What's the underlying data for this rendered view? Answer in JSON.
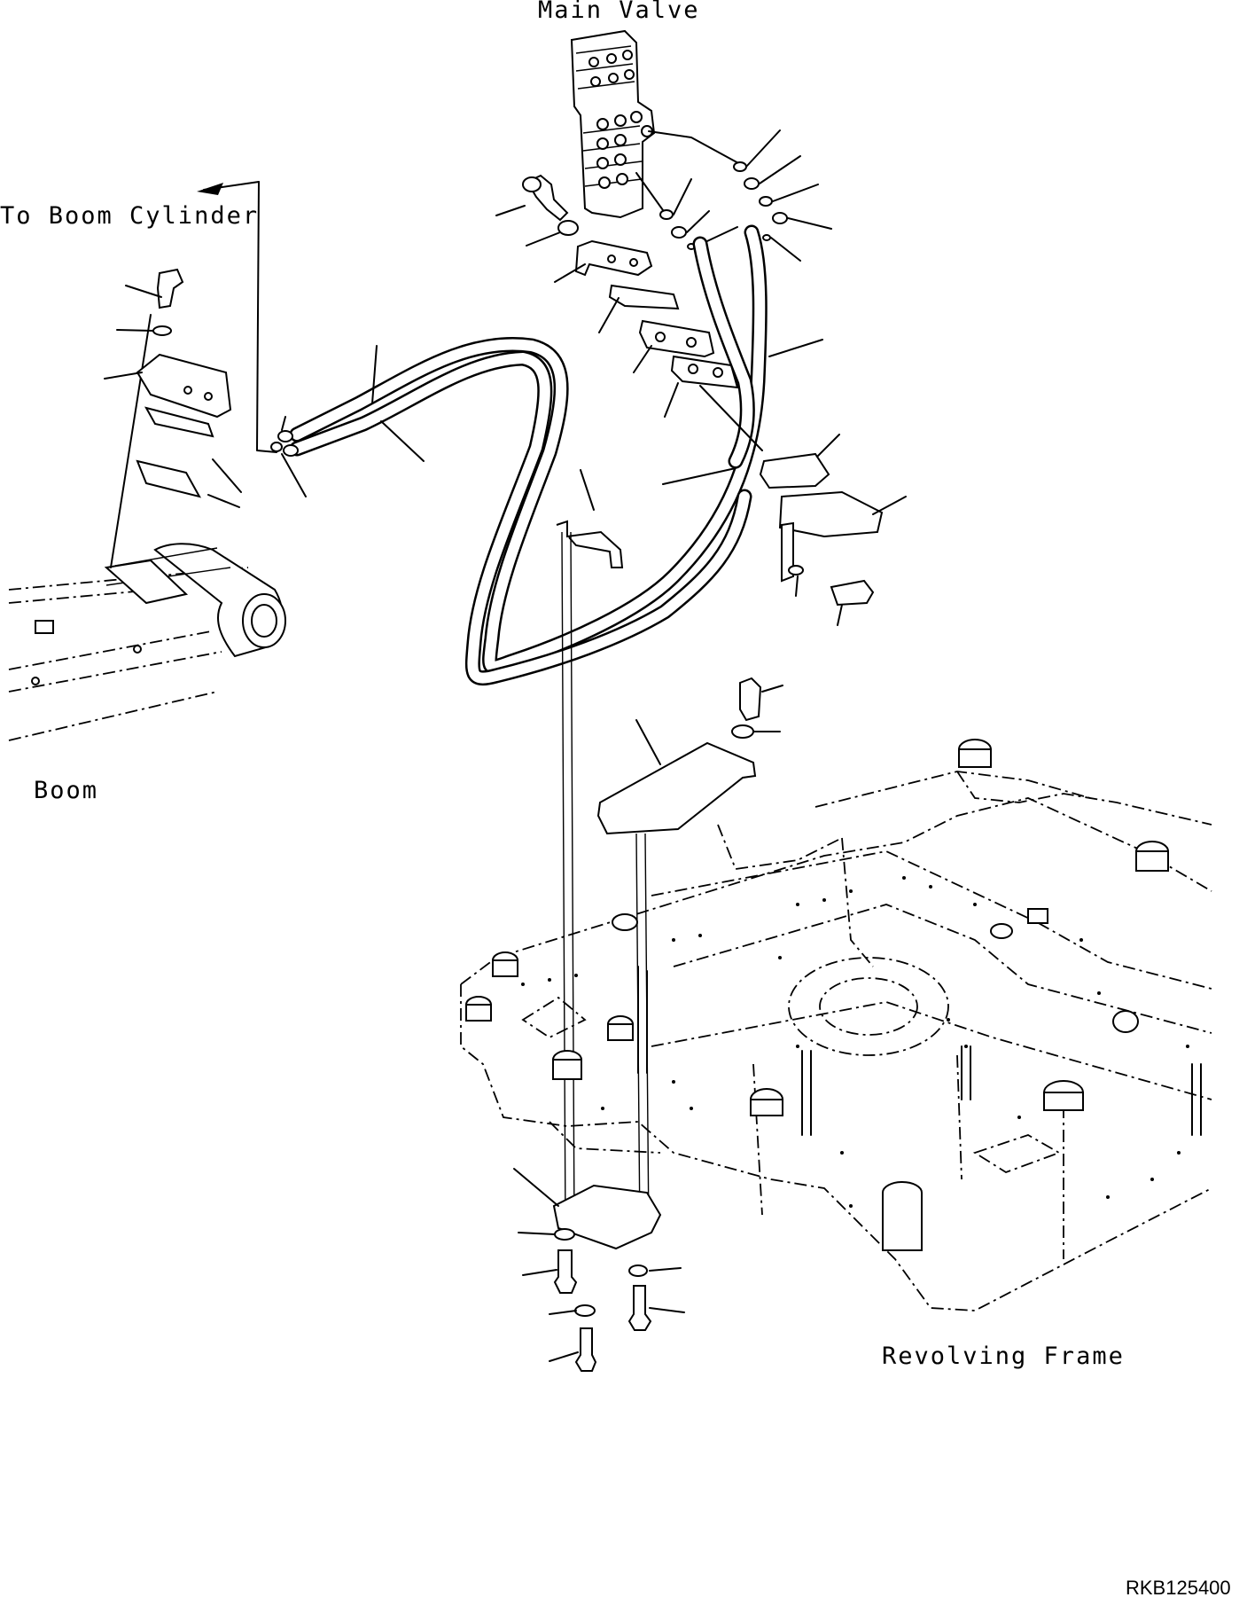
{
  "labels": {
    "main_valve": "Main Valve",
    "to_boom_cylinder": "To Boom Cylinder",
    "boom": "Boom",
    "revolving_frame": "Revolving Frame",
    "drawing_number": "RKB125400"
  },
  "icons": {
    "direction_arrow": "arrow-left-icon"
  }
}
